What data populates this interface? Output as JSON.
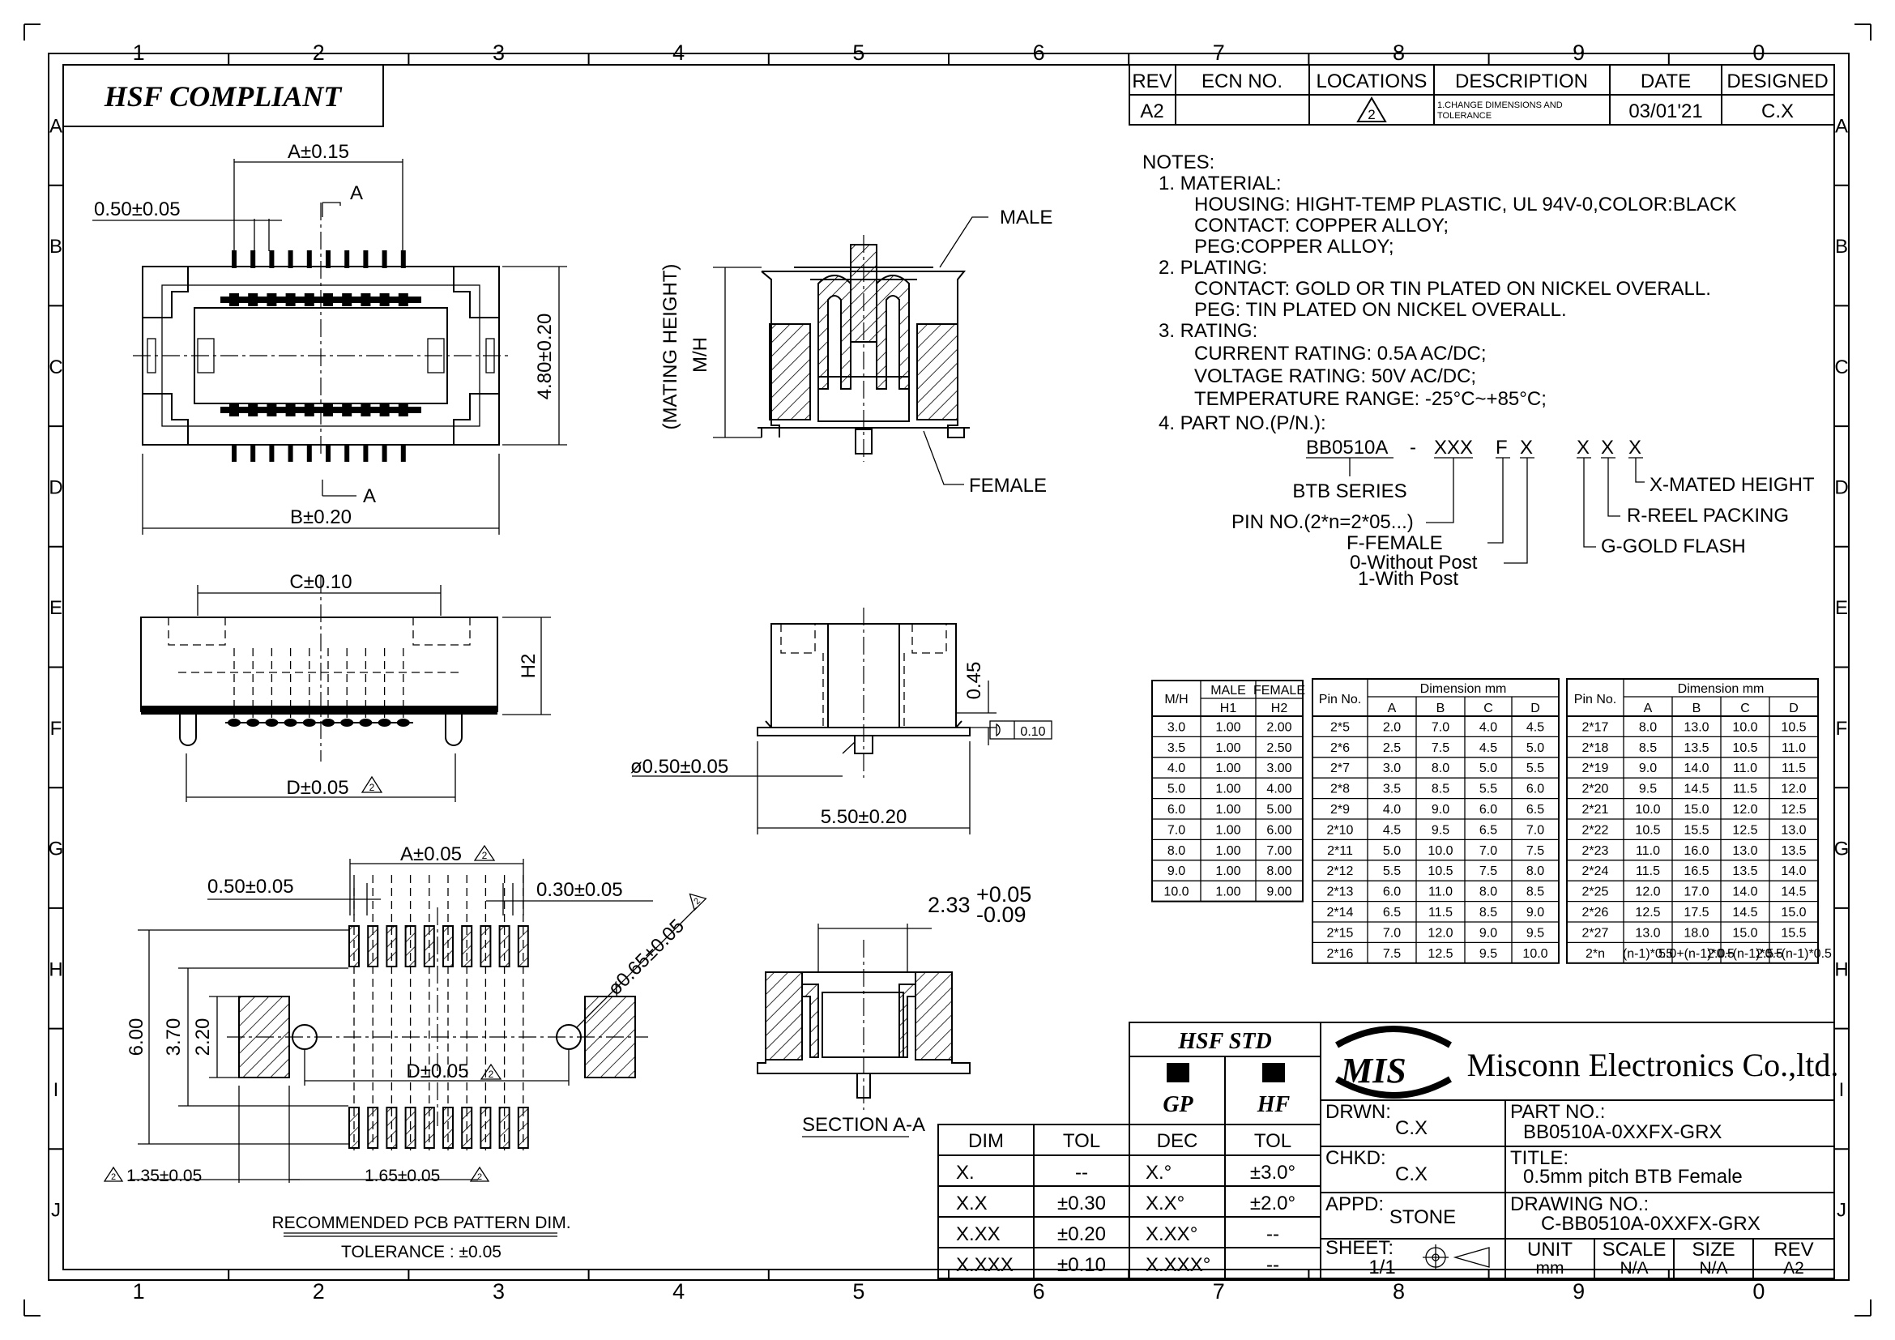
{
  "border": {
    "columns": [
      "1",
      "2",
      "3",
      "4",
      "5",
      "6",
      "7",
      "8",
      "9",
      "0"
    ],
    "rows": [
      "A",
      "B",
      "C",
      "D",
      "E",
      "F",
      "G",
      "H",
      "I",
      "J"
    ]
  },
  "compliance": "HSF COMPLIANT",
  "revision": {
    "headers": [
      "REV",
      "ECN NO.",
      "LOCATIONS",
      "DESCRIPTION",
      "DATE",
      "DESIGNED"
    ],
    "row": {
      "rev": "A2",
      "ecn": "",
      "location": "2",
      "description_1": "1.CHANGE DIMENSIONS AND",
      "description_2": "TOLERANCE",
      "date": "03/01'21",
      "designed": "C.X"
    }
  },
  "notes": {
    "heading": "NOTES:",
    "lines": [
      "1. MATERIAL:",
      "HOUSING: HIGHT-TEMP PLASTIC, UL 94V-0,COLOR:BLACK",
      "CONTACT: COPPER ALLOY;",
      "PEG:COPPER ALLOY;",
      "2. PLATING:",
      "CONTACT: GOLD OR TIN PLATED ON NICKEL OVERALL.",
      "PEG: TIN PLATED ON NICKEL OVERALL.",
      "3. RATING:",
      "CURRENT RATING: 0.5A AC/DC;",
      "VOLTAGE RATING: 50V AC/DC;",
      "TEMPERATURE RANGE: -25°C~+85°C;",
      "4. PART NO.(P/N.):"
    ],
    "part_no": {
      "code": [
        "BB0510A",
        "-",
        "XXX",
        "F",
        "X",
        "X",
        "X",
        "X"
      ],
      "btb_series": "BTB SERIES",
      "pin_no": "PIN NO.(2*n=2*05...)",
      "female": "F-FEMALE",
      "without_post": "0-Without Post",
      "with_post": "1-With Post",
      "mated_height": "X-MATED HEIGHT",
      "reel": "R-REEL PACKING",
      "gold": "G-GOLD FLASH"
    }
  },
  "top_view": {
    "a_dim": "A±0.15",
    "pitch": "0.50±0.05",
    "section_mark": "A",
    "height": "4.80±0.20",
    "b_dim": "B±0.20"
  },
  "mated_view": {
    "male": "MALE",
    "female": "FEMALE",
    "mating_height": "(MATING HEIGHT)",
    "mh": "M/H"
  },
  "side_view": {
    "c_dim": "C±0.10",
    "h2": "H2",
    "d_dim": "D±0.05"
  },
  "front_view": {
    "gap": "0.45",
    "flat_tol": "0.10",
    "peg": "ø0.50±0.05",
    "width": "5.50±0.20"
  },
  "section": {
    "height_base": "2.33",
    "height_plus": "+0.05",
    "height_minus": "-0.09",
    "label": "SECTION A-A"
  },
  "pcb": {
    "a_dim": "A±0.05",
    "pitch": "0.50±0.05",
    "pad_width": "0.30±0.05",
    "hole": "ø0.65±0.05",
    "h600": "6.00",
    "h370": "3.70",
    "h220": "2.20",
    "d_dim": "D±0.05",
    "w135": "1.35±0.05",
    "w165": "1.65±0.05",
    "title": "RECOMMENDED PCB PATTERN DIM.",
    "tolerance": "TOLERANCE : ±0.05"
  },
  "mh_table": {
    "headers": [
      "M/H",
      "MALE",
      "FEMALE"
    ],
    "sub": [
      "H1",
      "H2"
    ],
    "rows": [
      [
        "3.0",
        "1.00",
        "2.00"
      ],
      [
        "3.5",
        "1.00",
        "2.50"
      ],
      [
        "4.0",
        "1.00",
        "3.00"
      ],
      [
        "5.0",
        "1.00",
        "4.00"
      ],
      [
        "6.0",
        "1.00",
        "5.00"
      ],
      [
        "7.0",
        "1.00",
        "6.00"
      ],
      [
        "8.0",
        "1.00",
        "7.00"
      ],
      [
        "9.0",
        "1.00",
        "8.00"
      ],
      [
        "10.0",
        "1.00",
        "9.00"
      ]
    ]
  },
  "dim_table_1": {
    "pin_header": "Pin No.",
    "dim_header": "Dimension mm",
    "cols": [
      "A",
      "B",
      "C",
      "D"
    ],
    "rows": [
      [
        "2*5",
        "2.0",
        "7.0",
        "4.0",
        "4.5"
      ],
      [
        "2*6",
        "2.5",
        "7.5",
        "4.5",
        "5.0"
      ],
      [
        "2*7",
        "3.0",
        "8.0",
        "5.0",
        "5.5"
      ],
      [
        "2*8",
        "3.5",
        "8.5",
        "5.5",
        "6.0"
      ],
      [
        "2*9",
        "4.0",
        "9.0",
        "6.0",
        "6.5"
      ],
      [
        "2*10",
        "4.5",
        "9.5",
        "6.5",
        "7.0"
      ],
      [
        "2*11",
        "5.0",
        "10.0",
        "7.0",
        "7.5"
      ],
      [
        "2*12",
        "5.5",
        "10.5",
        "7.5",
        "8.0"
      ],
      [
        "2*13",
        "6.0",
        "11.0",
        "8.0",
        "8.5"
      ],
      [
        "2*14",
        "6.5",
        "11.5",
        "8.5",
        "9.0"
      ],
      [
        "2*15",
        "7.0",
        "12.0",
        "9.0",
        "9.5"
      ],
      [
        "2*16",
        "7.5",
        "12.5",
        "9.5",
        "10.0"
      ]
    ]
  },
  "dim_table_2": {
    "pin_header": "Pin No.",
    "dim_header": "Dimension mm",
    "cols": [
      "A",
      "B",
      "C",
      "D"
    ],
    "rows": [
      [
        "2*17",
        "8.0",
        "13.0",
        "10.0",
        "10.5"
      ],
      [
        "2*18",
        "8.5",
        "13.5",
        "10.5",
        "11.0"
      ],
      [
        "2*19",
        "9.0",
        "14.0",
        "11.0",
        "11.5"
      ],
      [
        "2*20",
        "9.5",
        "14.5",
        "11.5",
        "12.0"
      ],
      [
        "2*21",
        "10.0",
        "15.0",
        "12.0",
        "12.5"
      ],
      [
        "2*22",
        "10.5",
        "15.5",
        "12.5",
        "13.0"
      ],
      [
        "2*23",
        "11.0",
        "16.0",
        "13.0",
        "13.5"
      ],
      [
        "2*24",
        "11.5",
        "16.5",
        "13.5",
        "14.0"
      ],
      [
        "2*25",
        "12.0",
        "17.0",
        "14.0",
        "14.5"
      ],
      [
        "2*26",
        "12.5",
        "17.5",
        "14.5",
        "15.0"
      ],
      [
        "2*27",
        "13.0",
        "18.0",
        "15.0",
        "15.5"
      ],
      [
        "2*n",
        "(n-1)*0.5",
        "5.0+(n-1)*0.5",
        "2.0+(n-1)*0.5",
        "2.5+(n-1)*0.5"
      ]
    ]
  },
  "tol_table": {
    "headers": [
      "DIM",
      "TOL",
      "DEC",
      "TOL"
    ],
    "rows": [
      [
        "X.",
        "--",
        "X.°",
        "±3.0°"
      ],
      [
        "X.X",
        "±0.30",
        "X.X°",
        "±2.0°"
      ],
      [
        "X.XX",
        "±0.20",
        "X.XX°",
        "--"
      ],
      [
        "X.XXX",
        "±0.10",
        "X.XXX°",
        "--"
      ]
    ],
    "hsf_std": "HSF STD",
    "gp": "GP",
    "hf": "HF"
  },
  "title_block": {
    "logo": "MIS",
    "company": "Misconn Electronics Co.,ltd.",
    "drwn_label": "DRWN:",
    "drwn": "C.X",
    "chkd_label": "CHKD:",
    "chkd": "C.X",
    "appd_label": "APPD:",
    "appd": "STONE",
    "sheet_label": "SHEET:",
    "sheet": "1/1",
    "part_label": "PART NO.:",
    "part": "BB0510A-0XXFX-GRX",
    "title_label": "TITLE:",
    "title": "0.5mm pitch BTB Female",
    "drawing_label": "DRAWING NO.:",
    "drawing": "C-BB0510A-0XXFX-GRX",
    "unit_label": "UNIT",
    "unit": "mm",
    "scale_label": "SCALE",
    "scale": "N/A",
    "size_label": "SIZE",
    "size": "N/A",
    "rev_label": "REV",
    "rev": "A2"
  }
}
